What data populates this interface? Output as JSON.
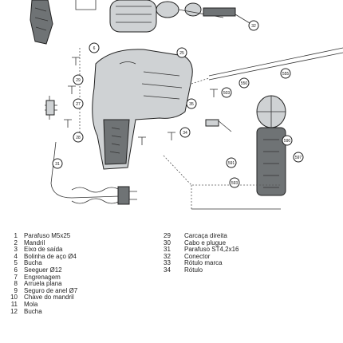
{
  "callouts": [
    "32",
    "6",
    "25",
    "29",
    "27",
    "28",
    "34",
    "555",
    "550",
    "503",
    "591",
    "593",
    "597",
    "590",
    "31",
    "35"
  ],
  "parts_left": [
    {
      "num": "1",
      "desc": "Parafuso M5x25"
    },
    {
      "num": "2",
      "desc": "Mandril"
    },
    {
      "num": "3",
      "desc": "Eixo de saída"
    },
    {
      "num": "4",
      "desc": "Bolinha de aço Ø4"
    },
    {
      "num": "5",
      "desc": "Bucha"
    },
    {
      "num": "6",
      "desc": "Seeguer Ø12"
    },
    {
      "num": "7",
      "desc": "Engrenagem"
    },
    {
      "num": "8",
      "desc": "Arruela plana"
    },
    {
      "num": "9",
      "desc": "Seguro de anel Ø7"
    },
    {
      "num": "10",
      "desc": "Chave do mandril"
    },
    {
      "num": "11",
      "desc": "Mola"
    },
    {
      "num": "12",
      "desc": "Bucha"
    }
  ],
  "parts_right": [
    {
      "num": "29",
      "desc": "Carcaça direita"
    },
    {
      "num": "30",
      "desc": "Cabo e plugue"
    },
    {
      "num": "31",
      "desc": "Parafuso ST4,2x16"
    },
    {
      "num": "32",
      "desc": "Conector"
    },
    {
      "num": "33",
      "desc": "Rótulo marca"
    },
    {
      "num": "34",
      "desc": "Rótulo"
    }
  ]
}
